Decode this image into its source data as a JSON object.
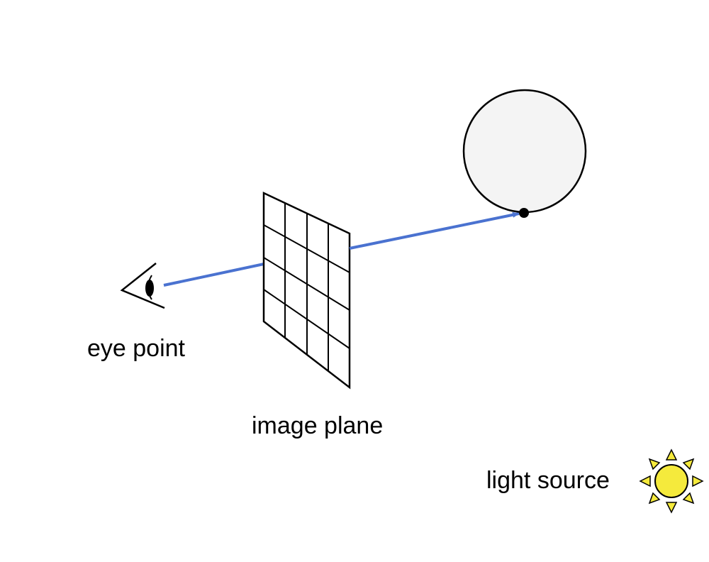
{
  "labels": {
    "eye": "eye point",
    "image_plane": "image plane",
    "light": "light source"
  },
  "icons": {
    "eye": "eye-icon",
    "sun": "sun-icon"
  },
  "colors": {
    "ray": "#4a72d0",
    "sphere_fill": "#f4f4f4",
    "sun_fill": "#f5ea3c",
    "line": "#000000"
  }
}
